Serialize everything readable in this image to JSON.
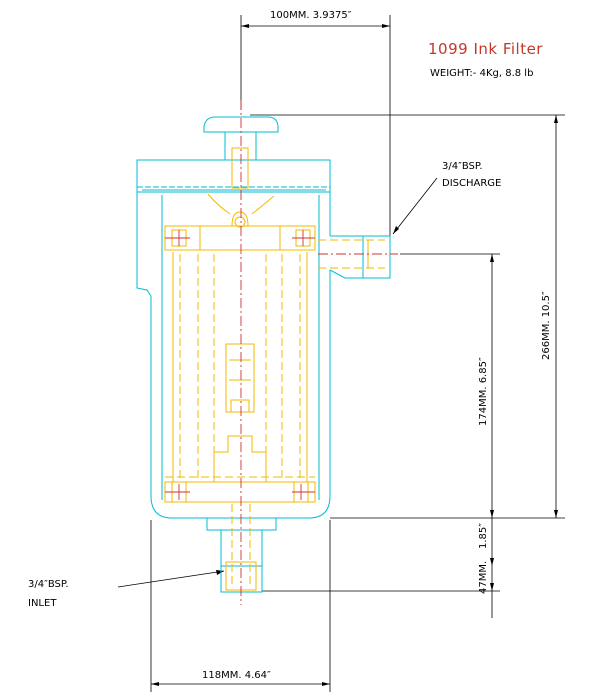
{
  "title": "1099 Ink Filter",
  "weight": "WEIGHT:- 4Kg,  8.8 lb",
  "dimensions": {
    "top_width": "100MM. 3.9375″",
    "overall_height": "266MM. 10.5″",
    "inlet_to_outlet": "174MM. 6.85″",
    "base_offset": "1.85″",
    "inlet_length": "47MM.",
    "body_width": "118MM. 4.64″"
  },
  "notes": {
    "discharge_line1": "3/4″BSP.",
    "discharge_line2": "DISCHARGE",
    "inlet_line1": "3/4″BSP.",
    "inlet_line2": "INLET"
  },
  "colors": {
    "housing": "#00bcd4",
    "internals": "#f5b800",
    "centerline": "#d32f2f",
    "dimension": "#000000"
  }
}
